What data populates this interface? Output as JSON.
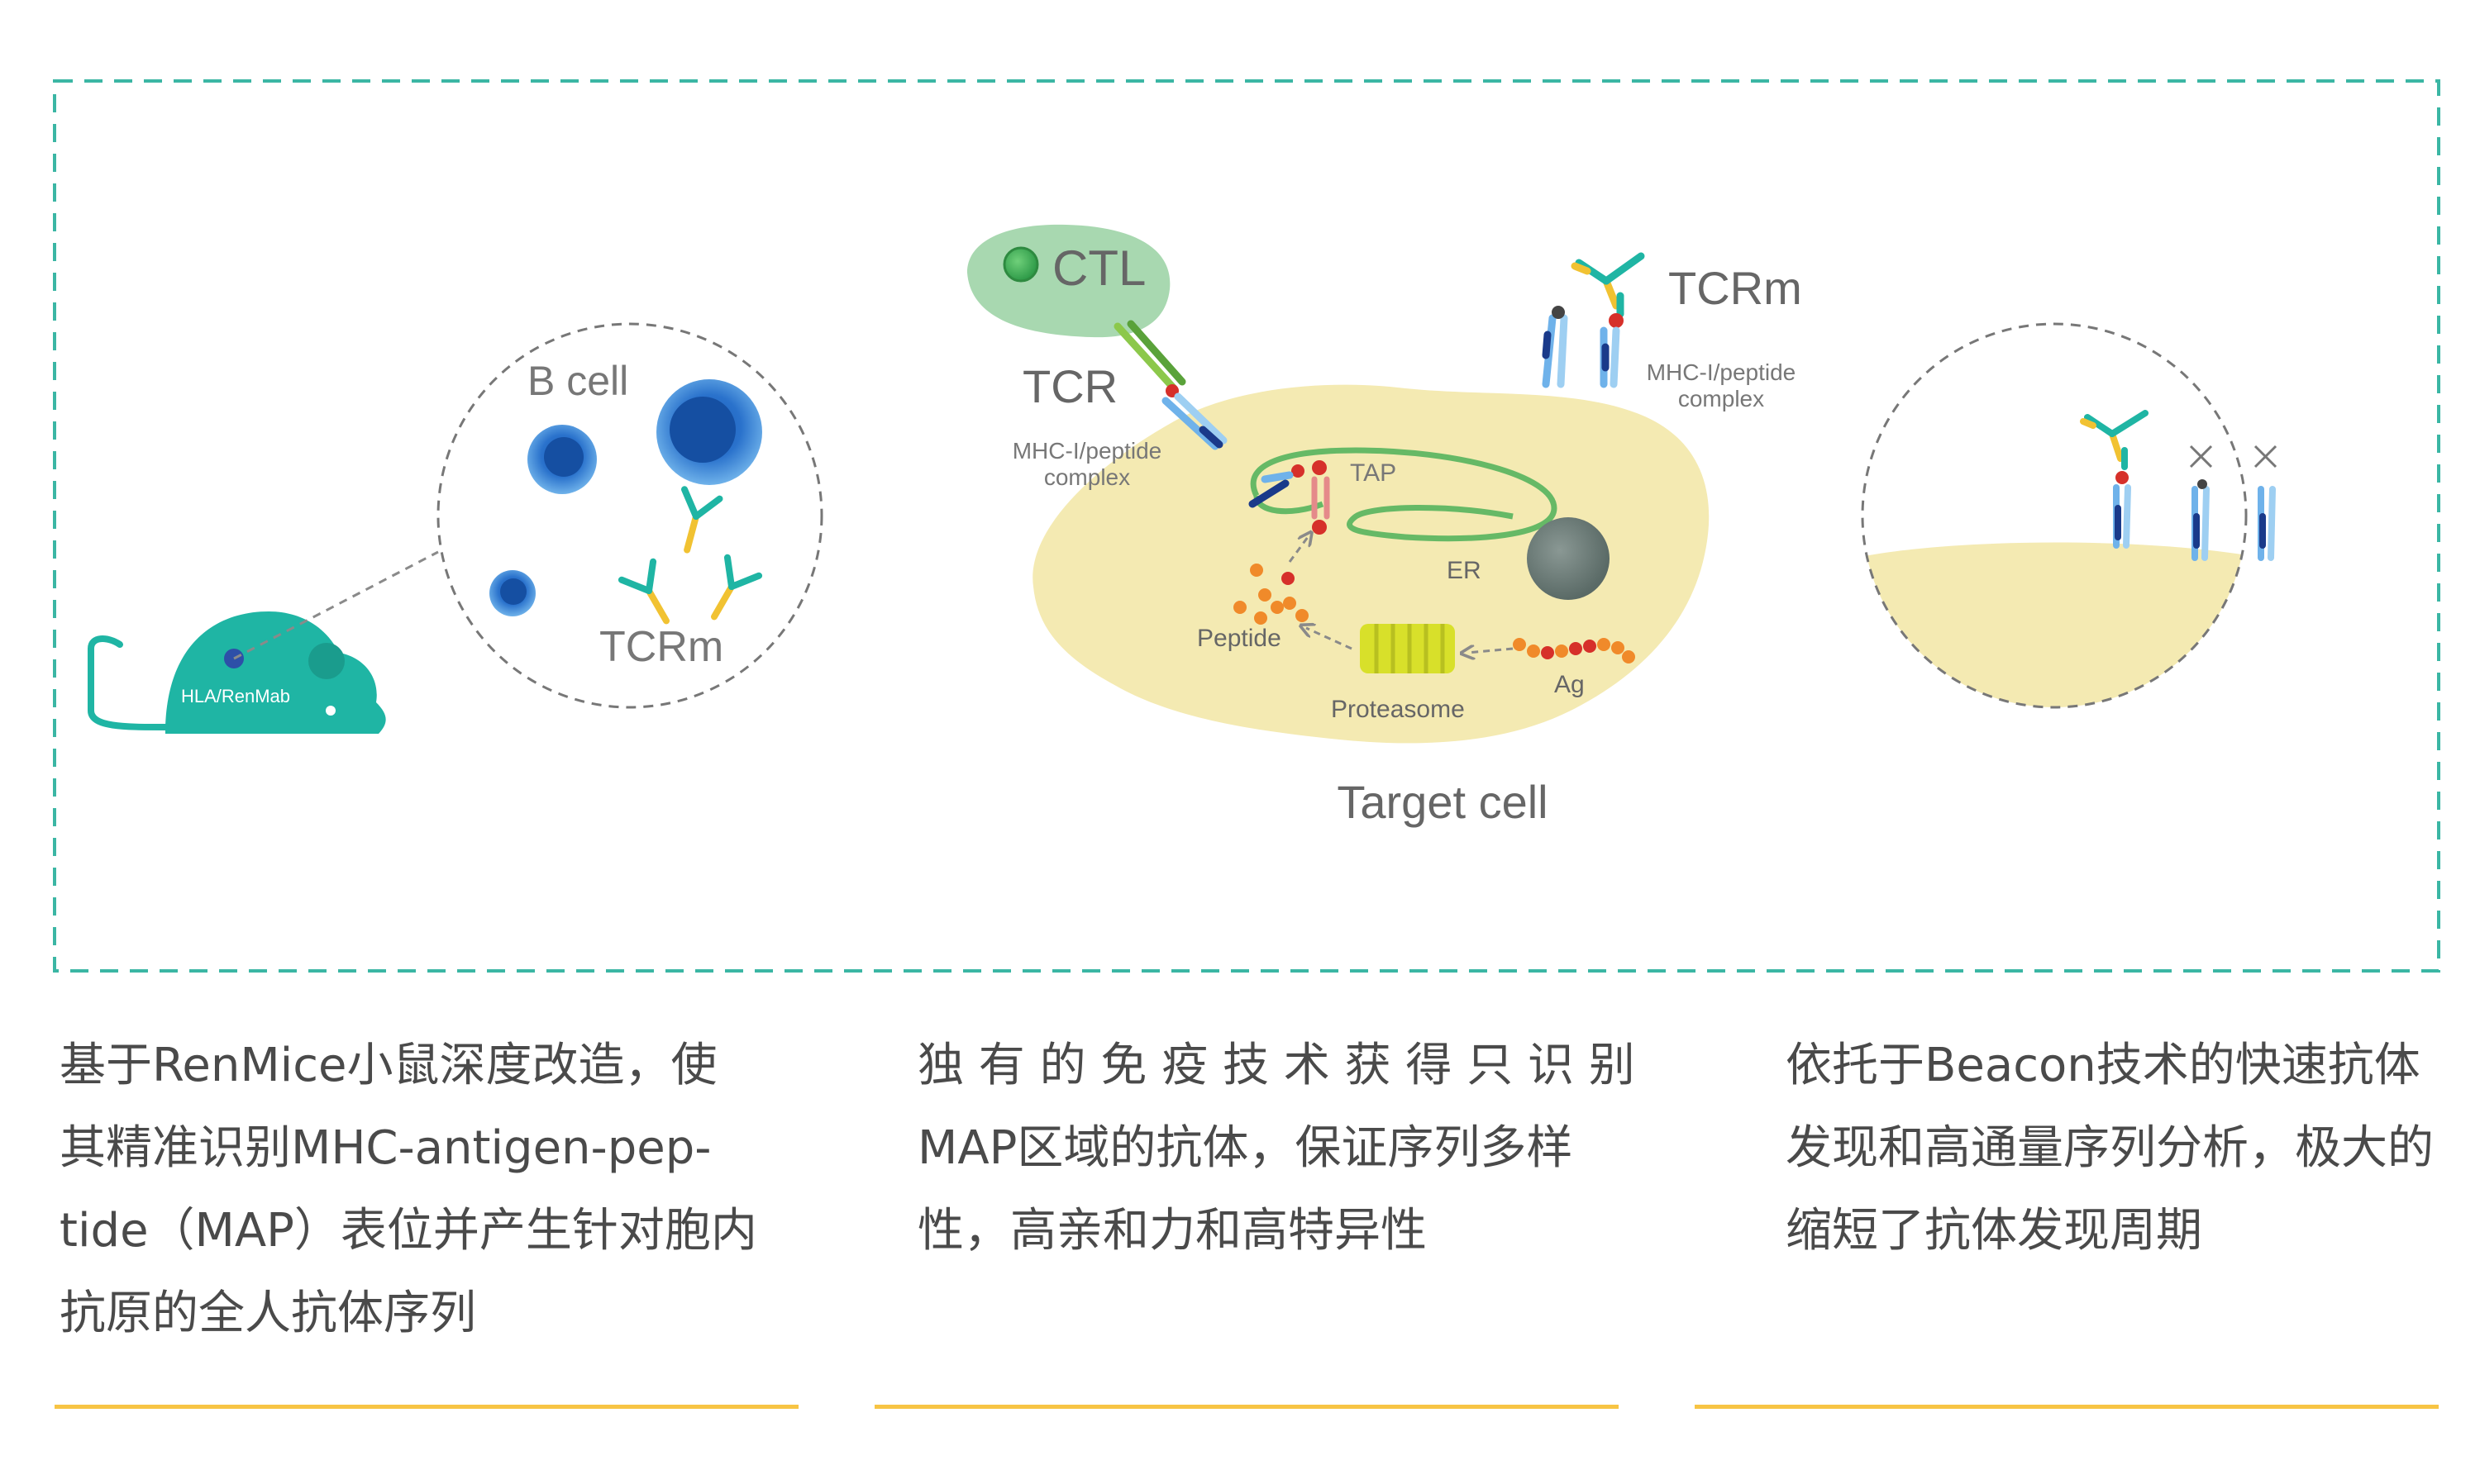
{
  "diagram": {
    "mouse_label": "HLA/RenMab",
    "b_cell_label": "B cell",
    "tcrm_label_left": "TCRm",
    "ctl_label": "CTL",
    "tcr_label": "TCR",
    "mhc_label_line1": "MHC-I/peptide",
    "mhc_label_line2": "complex",
    "tcrm_label_center": "TCRm",
    "tap_label": "TAP",
    "er_label": "ER",
    "peptide_label": "Peptide",
    "proteasome_label": "Proteasome",
    "ag_label": "Ag",
    "target_cell_label": "Target cell"
  },
  "colors": {
    "border_dash": "#3bb6a4",
    "mouse": "#1fb5a4",
    "cell_body": "#f4eab2",
    "ctl": "#a8d8b0",
    "er": "#66b966",
    "b_cell": "#3d8fd8",
    "text_gray": "#666666",
    "rule": "#f7c444"
  },
  "descriptions": [
    {
      "lines": [
        "基于RenMice小鼠深度改造，使",
        "其精准识别MHC-antigen-pep-",
        "tide（MAP）表位并产生针对胞内",
        "抗原的全人抗体序列"
      ]
    },
    {
      "lines": [
        "独 有 的 免 疫 技 术 获 得 只 识 别",
        "MAP区域的抗体，保证序列多样",
        "性，高亲和力和高特异性"
      ]
    },
    {
      "lines": [
        "依托于Beacon技术的快速抗体",
        "发现和高通量序列分析，极大的",
        "缩短了抗体发现周期"
      ]
    }
  ]
}
